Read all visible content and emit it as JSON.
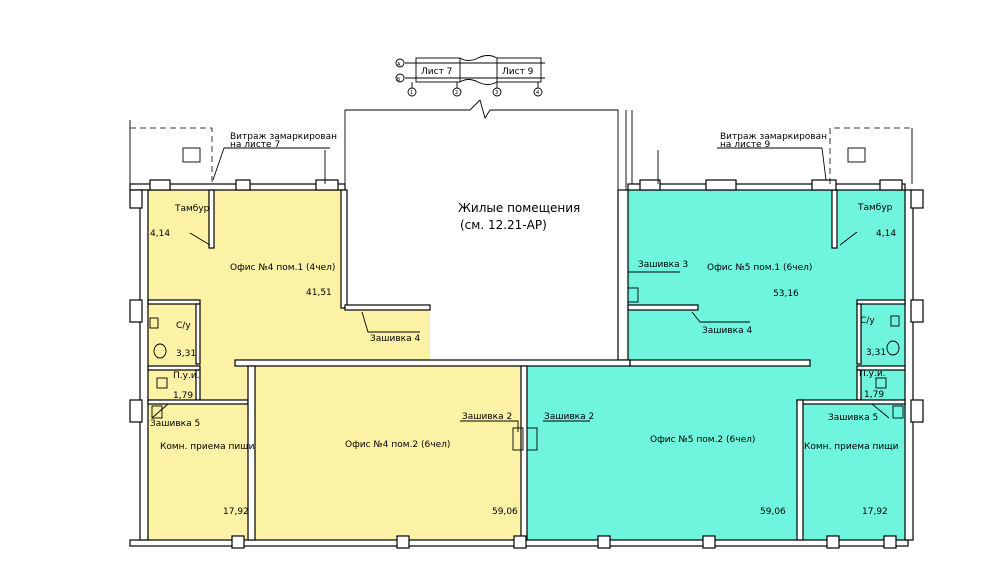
{
  "colors": {
    "office4_fill": "#fbf2a6",
    "office5_fill": "#6ff5dd",
    "background": "#ffffff",
    "line": "#000000"
  },
  "key_plan": {
    "sheet_left": "Лист 7",
    "sheet_right": "Лист 9",
    "axes_top": [
      "А",
      "Б"
    ],
    "axes_bottom": [
      "1",
      "2",
      "3",
      "4"
    ]
  },
  "residential": {
    "line1": "Жилые помещения",
    "line2": "(см. 12.21-АР)"
  },
  "callouts": {
    "vitrazh_left_1": "Витраж замаркирован",
    "vitrazh_left_2": "на листе 7",
    "vitrazh_right_1": "Витраж замаркирован",
    "vitrazh_right_2": "на листе 9"
  },
  "rooms_left": {
    "tambur": "Тамбур",
    "tambur_area": "4,14",
    "office1": "Офис №4 пом.1 (4чел)",
    "office1_area": "41,51",
    "su": "С/у",
    "su_area": "3,31",
    "pui": "П.у.и.",
    "pui_area": "1,79",
    "zashivka5": "Зашивка 5",
    "food": "Комн. приема пищи",
    "food_area": "17,92",
    "zashivka4": "Зашивка 4",
    "office2": "Офис №4 пом.2 (6чел)",
    "office2_area": "59,06",
    "zashivka2": "Зашивка 2"
  },
  "rooms_right": {
    "tambur": "Тамбур",
    "tambur_area": "4,14",
    "office1": "Офис №5 пом.1 (6чел)",
    "office1_area": "53,16",
    "zashivka3": "Зашивка 3",
    "zashivka4": "Зашивка 4",
    "su": "С/у",
    "su_area": "3,31",
    "pui": "П.у.и.",
    "pui_area": "1,79",
    "zashivka5": "Зашивка 5",
    "food": "Комн. приема пищи",
    "food_area": "17,92",
    "zashivka2": "Зашивка 2",
    "office2": "Офис №5 пом.2 (6чел)",
    "office2_area": "59,06"
  }
}
